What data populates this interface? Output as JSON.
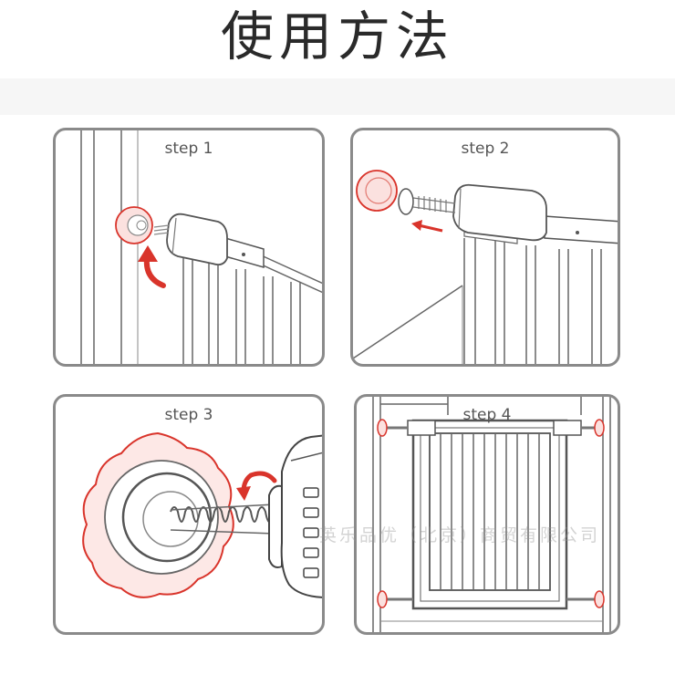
{
  "title": "使用方法",
  "panels": [
    {
      "label": "step 1"
    },
    {
      "label": "step 2"
    },
    {
      "label": "step 3"
    },
    {
      "label": "step 4"
    }
  ],
  "watermark": "英乐品优（北京）商贸有限公司",
  "colors": {
    "accent": "#d9342b",
    "accent_fill": "#fbe1df",
    "line": "#555555",
    "border": "#8a8a8a"
  }
}
